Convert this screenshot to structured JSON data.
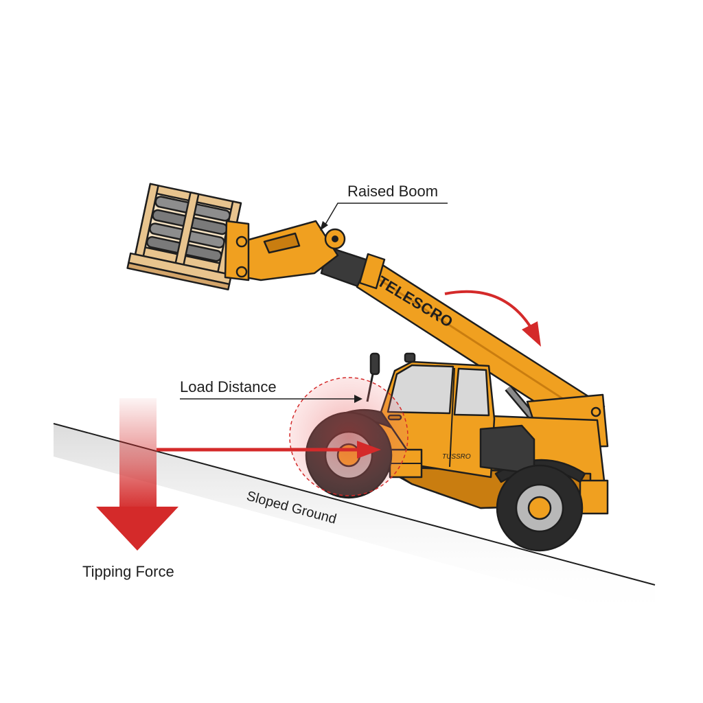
{
  "labels": {
    "raised_boom": "Raised Boom",
    "load_distance": "Load Distance",
    "sloped_ground": "Sloped Ground",
    "tipping_force": "Tipping Force"
  },
  "machine": {
    "boom_brand": "TELESCRO",
    "cab_badge": "TUSSRO"
  },
  "colors": {
    "body": "#f0a020",
    "body_shadow": "#c97d10",
    "outline": "#1e1e1e",
    "force_red": "#d42a2a",
    "pallet_wood": "#e8c48e",
    "tire": "#2a2a2a",
    "hub": "#b8b8b8"
  }
}
